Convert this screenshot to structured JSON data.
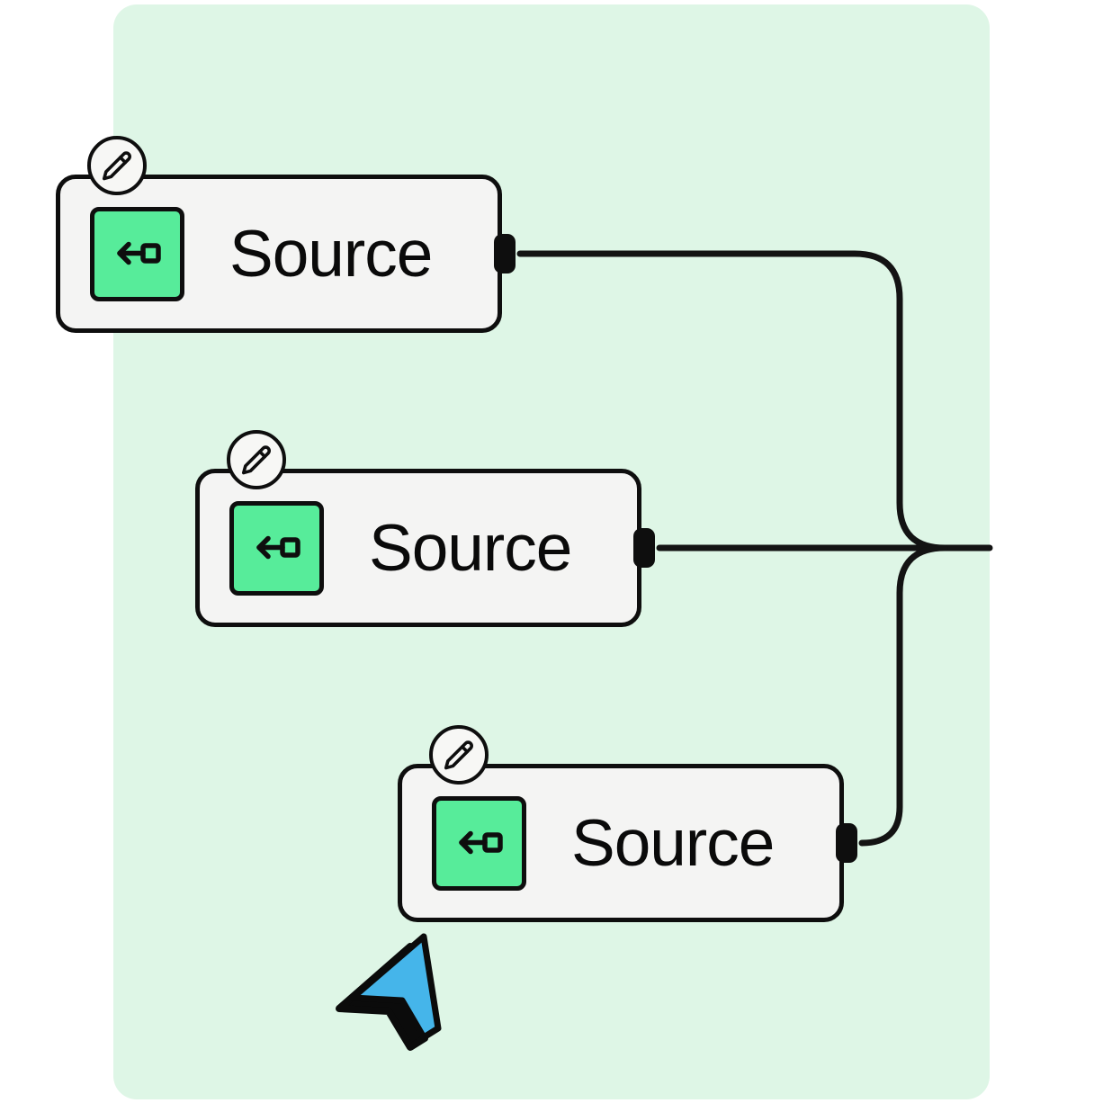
{
  "canvas": {
    "kind": "workflow-node-canvas",
    "colors": {
      "page_bg": "#ffffff",
      "panel_bg": "#def6e6",
      "node_bg": "#f4f4f3",
      "stroke_black": "#0e0e0e",
      "accent_green": "#57ec9a",
      "wire_black": "#131313",
      "cursor_blue": "#45b5ea",
      "badge_bg": "#f7f7f5"
    }
  },
  "nodes": [
    {
      "label": "Source",
      "icon": "arrow-left-from-square-icon",
      "badge": "pencil-edit-icon",
      "port": "output-port"
    },
    {
      "label": "Source",
      "icon": "arrow-left-from-square-icon",
      "badge": "pencil-edit-icon",
      "port": "output-port"
    },
    {
      "label": "Source",
      "icon": "arrow-left-from-square-icon",
      "badge": "pencil-edit-icon",
      "port": "output-port"
    }
  ],
  "wires": {
    "count": 3,
    "description": "three output wires merging into one line exiting right edge of panel"
  },
  "cursor": {
    "name": "pointer-cursor"
  }
}
